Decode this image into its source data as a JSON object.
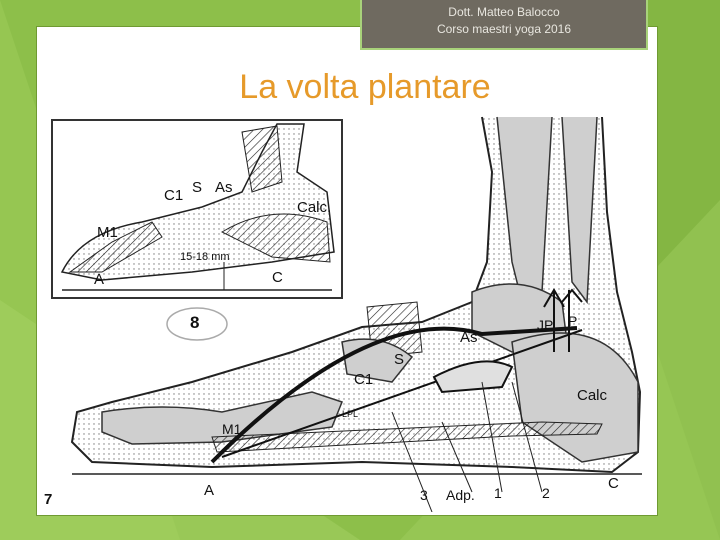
{
  "header": {
    "credit_line1": "Dott. Matteo Balocco",
    "credit_line2": "Corso maestri  yoga 2016"
  },
  "slide": {
    "title": "La volta plantare"
  },
  "figure": {
    "inset_labels": {
      "c1": "C1",
      "s": "S",
      "as": "As",
      "calc": "Calc.",
      "m1": "M1",
      "measure": "15-18 mm",
      "a": "A",
      "c": "C"
    },
    "inset_number": "8",
    "main_labels": {
      "jp": "JP",
      "p": "P",
      "as": "As",
      "s": "S",
      "c1": "C1",
      "lpl": "LPL",
      "calc": "Calc",
      "m1": "M1",
      "a": "A",
      "c": "C",
      "n3": "3",
      "adp": "Adp.",
      "n1": "1",
      "n2": "2"
    },
    "figure_number": "7"
  },
  "colors": {
    "background": "#8dbf4a",
    "title": "#e69a2a",
    "credit_box": "#6f6a60",
    "bone_fill": "#cfcfcf"
  }
}
